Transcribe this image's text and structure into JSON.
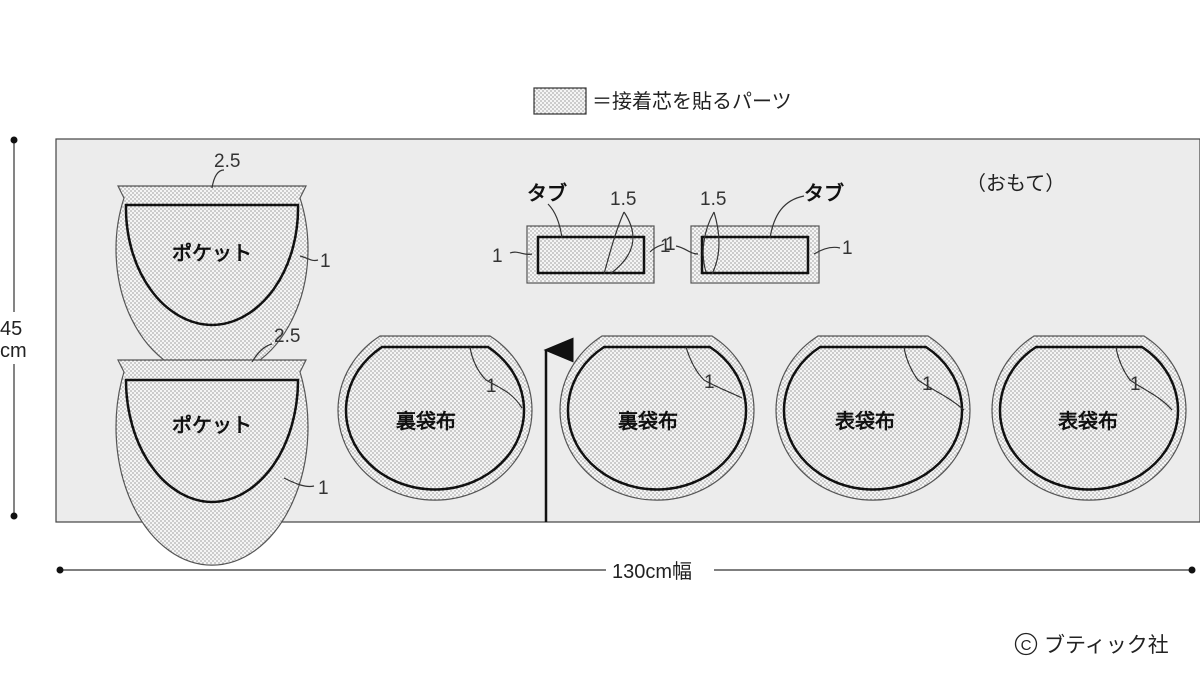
{
  "legend": {
    "text": "＝接着芯を貼るパーツ"
  },
  "side_label": "（おもて）",
  "height_dim": {
    "value": "45",
    "unit": "cm"
  },
  "width_dim": "130cm幅",
  "copyright": "ブティック社",
  "copyright_symbol": "C",
  "pieces": {
    "pocket_top": {
      "label": "ポケット",
      "seam_top": "2.5",
      "seam_side": "1"
    },
    "pocket_bottom": {
      "label": "ポケット",
      "seam_top": "2.5",
      "seam_side": "1"
    },
    "tab_left": {
      "label": "タブ",
      "seam_long": "1.5",
      "seam_end_left": "1",
      "seam_end_right": "1"
    },
    "tab_right": {
      "label": "タブ",
      "seam_long": "1.5",
      "seam_end_left": "1",
      "seam_end_right": "1"
    },
    "lining_1": {
      "label": "裏袋布",
      "seam": "1"
    },
    "lining_2": {
      "label": "裏袋布",
      "seam": "1"
    },
    "outer_1": {
      "label": "表袋布",
      "seam": "1"
    },
    "outer_2": {
      "label": "表袋布",
      "seam": "1"
    }
  },
  "colors": {
    "fabric": "#ececec",
    "interfacing": "#f4f4f4",
    "line": "#222222"
  }
}
